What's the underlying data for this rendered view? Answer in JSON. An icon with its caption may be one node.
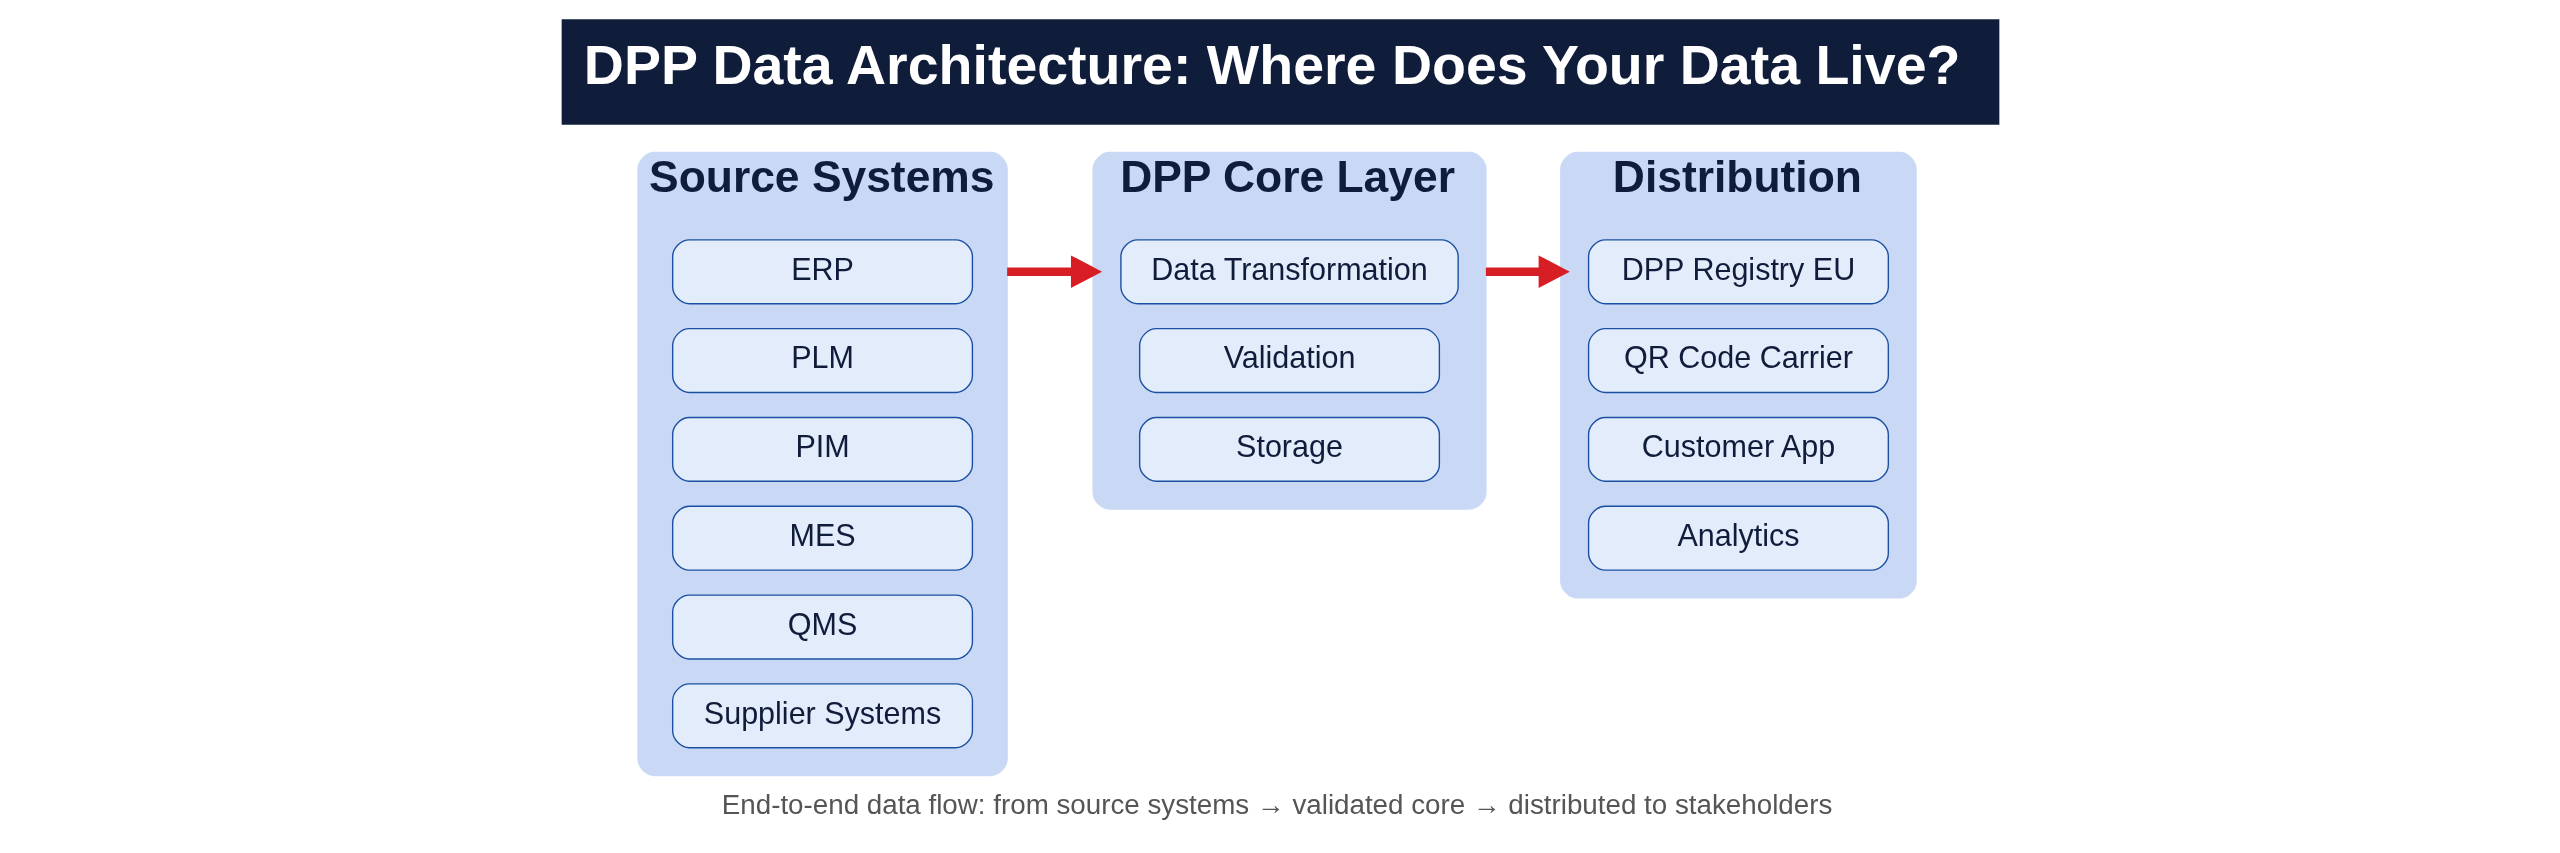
{
  "diagram": {
    "title": "DPP Data Architecture: Where Does Your Data Live?",
    "caption": "End-to-end data flow: from source systems → validated core → distributed to stakeholders",
    "nodes": [
      {
        "text": [
          "Source Systems"
        ]
      },
      {
        "text": [
          "ERP"
        ],
        "in": 0
      },
      {
        "text": [
          "PLM"
        ],
        "in": 0
      },
      {
        "text": [
          "PIM"
        ],
        "in": 0
      },
      {
        "text": [
          "MES"
        ],
        "in": 0
      },
      {
        "text": [
          "QMS"
        ],
        "in": 0
      },
      {
        "text": [
          "Supplier Systems"
        ],
        "in": 0
      },
      {
        "text": [
          "DPP Core Layer"
        ]
      },
      {
        "text": [
          "Data Transformation"
        ],
        "in": 7
      },
      {
        "text": [
          "Validation"
        ],
        "in": 7
      },
      {
        "text": [
          "Storage"
        ],
        "in": 7
      },
      {
        "text": [
          "Distribution"
        ]
      },
      {
        "text": [
          "DPP Registry EU"
        ],
        "in": 11
      },
      {
        "text": [
          "QR Code Carrier"
        ],
        "in": 11
      },
      {
        "text": [
          "Customer App"
        ],
        "in": 11
      },
      {
        "text": [
          "Analytics"
        ],
        "in": 11
      }
    ],
    "edges": [
      {
        "from": 0,
        "to": 7,
        "arrow": "to"
      },
      {
        "from": 7,
        "to": 11,
        "arrow": "to"
      }
    ]
  }
}
